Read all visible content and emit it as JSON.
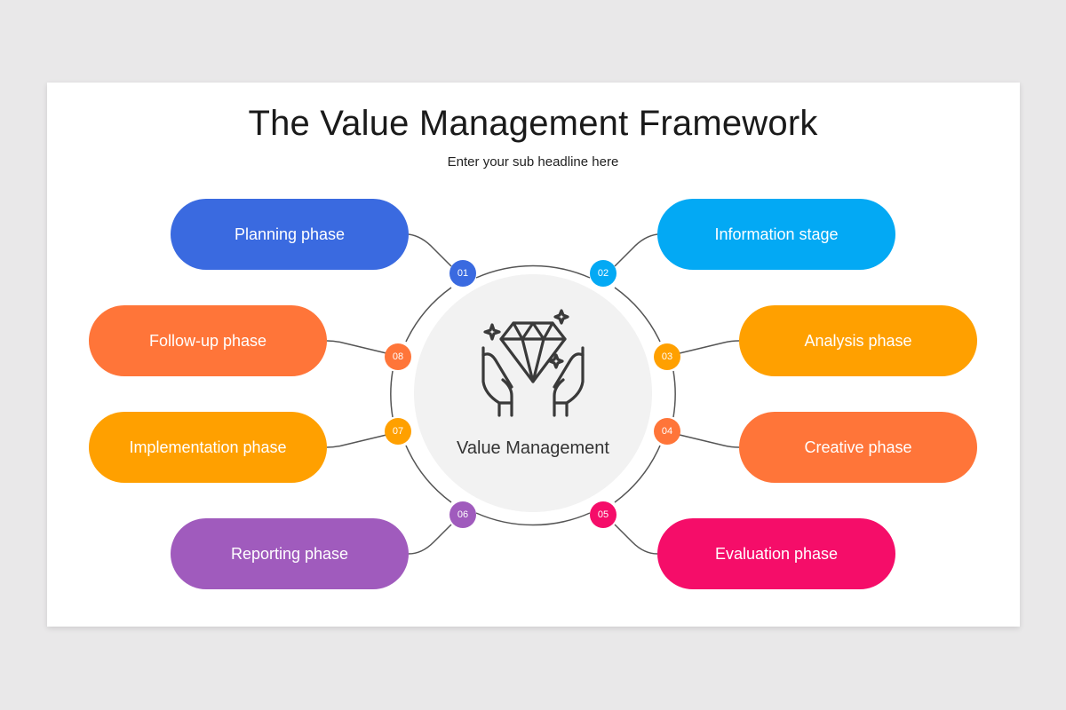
{
  "title": "The Value Management Framework",
  "subtitle": "Enter your sub headline here",
  "center": {
    "label": "Value Management",
    "icon": "diamond-in-hands-icon"
  },
  "phases": [
    {
      "num": "01",
      "label": "Planning phase",
      "color": "#3a6ae0"
    },
    {
      "num": "02",
      "label": "Information stage",
      "color": "#03a9f4"
    },
    {
      "num": "03",
      "label": "Analysis phase",
      "color": "#ffa000"
    },
    {
      "num": "04",
      "label": "Creative phase",
      "color": "#ff7539"
    },
    {
      "num": "05",
      "label": "Evaluation phase",
      "color": "#f50d69"
    },
    {
      "num": "06",
      "label": "Reporting phase",
      "color": "#a05bbd"
    },
    {
      "num": "07",
      "label": "Implementation phase",
      "color": "#ffa000"
    },
    {
      "num": "08",
      "label": "Follow-up phase",
      "color": "#ff7539"
    }
  ],
  "colors": {
    "background": "#e9e8e9",
    "slide": "#ffffff",
    "center_circle": "#f2f2f2",
    "connector": "#555555"
  }
}
